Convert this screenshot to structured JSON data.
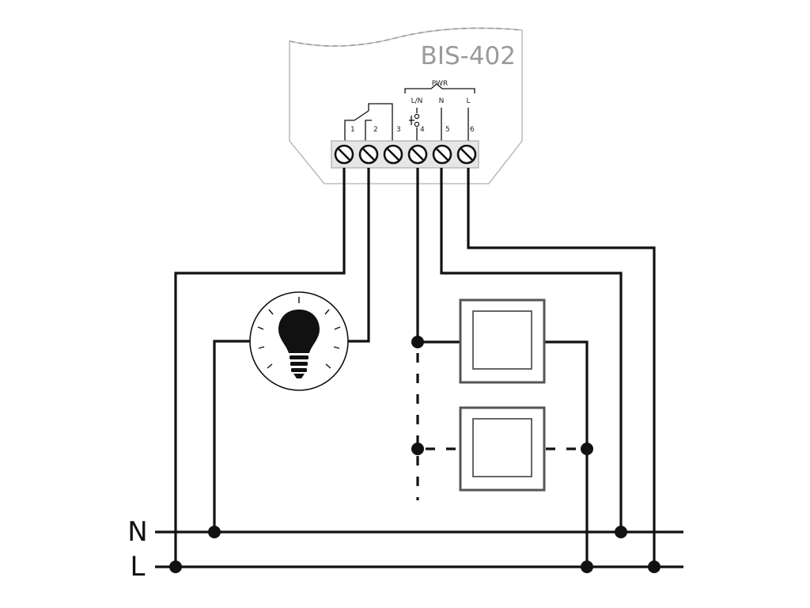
{
  "device": {
    "model": "BIS-402",
    "pwr_label": "PWR",
    "pwr_terminals": [
      "L/N",
      "N",
      "L"
    ],
    "terminal_numbers": [
      "1",
      "2",
      "3",
      "4",
      "5",
      "6"
    ]
  },
  "rails": {
    "neutral_label": "N",
    "line_label": "L"
  },
  "colors": {
    "device_outline": "#bdbdbd",
    "model_text": "#9a9a9a",
    "wire": "#111111"
  },
  "icons": [
    "lamp-icon",
    "pushbutton-icon",
    "screw-terminal-icon"
  ]
}
